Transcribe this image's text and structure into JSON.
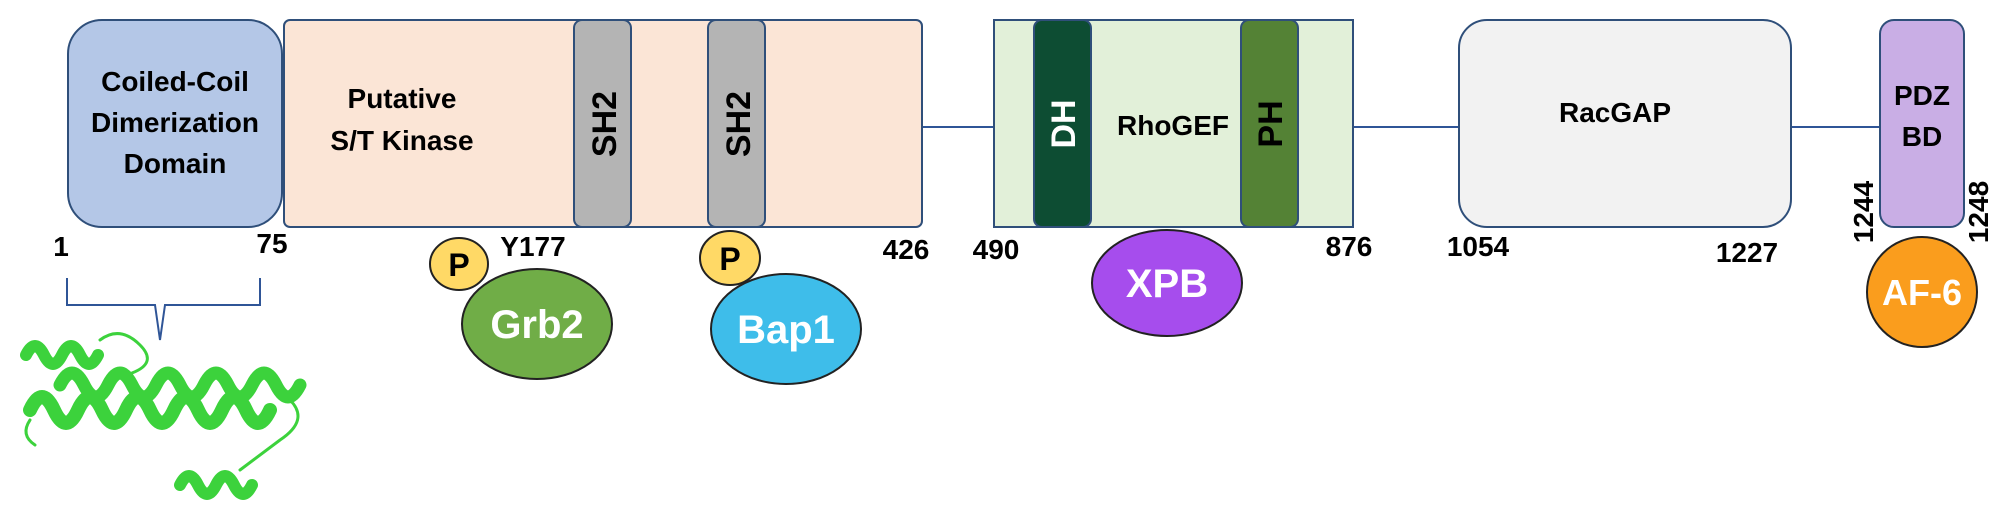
{
  "domains": {
    "coiled_coil": {
      "lines": [
        "Coiled-Coil",
        "Dimerization",
        "Domain"
      ],
      "fill": "#b4c7e7"
    },
    "kinase": {
      "lines": [
        "Putative",
        "S/T Kinase"
      ],
      "fill": "#fbe5d6"
    },
    "sh2_a": {
      "label": "SH2",
      "fill": "#b4b4b4"
    },
    "sh2_b": {
      "label": "SH2",
      "fill": "#b4b4b4"
    },
    "rhogef": {
      "label": "RhoGEF",
      "fill": "#e2f0d9"
    },
    "dh": {
      "label": "DH",
      "fill": "#0d4d33"
    },
    "ph": {
      "label": "PH",
      "fill": "#548235"
    },
    "racgap": {
      "label": "RacGAP",
      "fill": "#f2f2f2"
    },
    "pdz_bd": {
      "lines": [
        "PDZ",
        "BD"
      ],
      "fill": "#c9aee5"
    }
  },
  "positions": {
    "p1": "1",
    "p75": "75",
    "y177": "Y177",
    "p426": "426",
    "p490": "490",
    "p876": "876",
    "p1054": "1054",
    "p1227": "1227",
    "p1244": "1244",
    "p1248": "1248"
  },
  "phospho": {
    "label": "P",
    "fill": "#ffd966"
  },
  "partners": {
    "grb2": {
      "label": "Grb2",
      "fill": "#70ad47"
    },
    "bap1": {
      "label": "Bap1",
      "fill": "#3ebdea"
    },
    "xpb": {
      "label": "XPB",
      "fill": "#a64ded"
    },
    "af6": {
      "label": "AF-6",
      "fill": "#fa9d1d"
    }
  },
  "colors": {
    "outline": "#2f4f7a",
    "protein_structure": "#3cd23c",
    "connector": "#2f5597"
  }
}
